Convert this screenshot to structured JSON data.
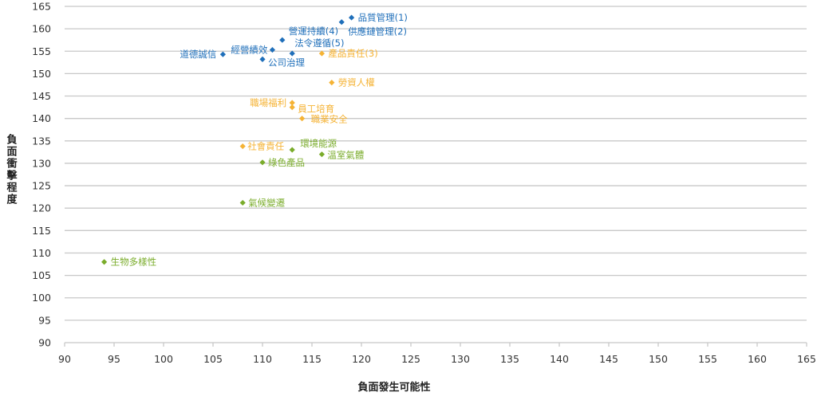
{
  "chart_data": {
    "type": "scatter",
    "title": "",
    "xlabel": "負面發生可能性",
    "ylabel": "負面衝擊程度",
    "xlim": [
      90,
      165
    ],
    "ylim": [
      90,
      165
    ],
    "x_ticks": [
      90,
      95,
      100,
      105,
      110,
      115,
      120,
      125,
      130,
      135,
      140,
      145,
      150,
      155,
      160,
      165
    ],
    "y_ticks": [
      90,
      95,
      100,
      105,
      110,
      115,
      120,
      125,
      130,
      135,
      140,
      145,
      150,
      155,
      160,
      165
    ],
    "grid": "horizontal",
    "legend": "none",
    "colors": {
      "governance": "#1f6fba",
      "social": "#f5b335",
      "environment": "#7aac2b"
    },
    "series": [
      {
        "color_key": "governance",
        "points": [
          {
            "label": "品質管理(1)",
            "x": 119,
            "y": 162.5
          },
          {
            "label": "供應鏈管理(2)",
            "x": 118,
            "y": 161.5
          },
          {
            "label": "營運持續(4)",
            "x": 112,
            "y": 157.5
          },
          {
            "label": "法令遵循(5)",
            "x": 113,
            "y": 154.5
          },
          {
            "label": "經營績效",
            "x": 111,
            "y": 155.3
          },
          {
            "label": "道德誠信",
            "x": 106,
            "y": 154.3
          },
          {
            "label": "公司治理",
            "x": 110,
            "y": 153.2
          }
        ]
      },
      {
        "color_key": "social",
        "points": [
          {
            "label": "產品責任(3)",
            "x": 116,
            "y": 154.5
          },
          {
            "label": "勞資人權",
            "x": 117,
            "y": 148
          },
          {
            "label": "職場福利",
            "x": 113,
            "y": 143.5
          },
          {
            "label": "員工培育",
            "x": 113,
            "y": 142.5
          },
          {
            "label": "職業安全",
            "x": 114,
            "y": 140
          },
          {
            "label": "社會責任",
            "x": 108,
            "y": 133.8
          }
        ]
      },
      {
        "color_key": "environment",
        "points": [
          {
            "label": "環境能源",
            "x": 113,
            "y": 133
          },
          {
            "label": "溫室氣體",
            "x": 116,
            "y": 132
          },
          {
            "label": "綠色產品",
            "x": 110,
            "y": 130.2
          },
          {
            "label": "氣候變遷",
            "x": 108,
            "y": 121.2
          },
          {
            "label": "生物多樣性",
            "x": 94,
            "y": 108
          }
        ]
      }
    ]
  }
}
